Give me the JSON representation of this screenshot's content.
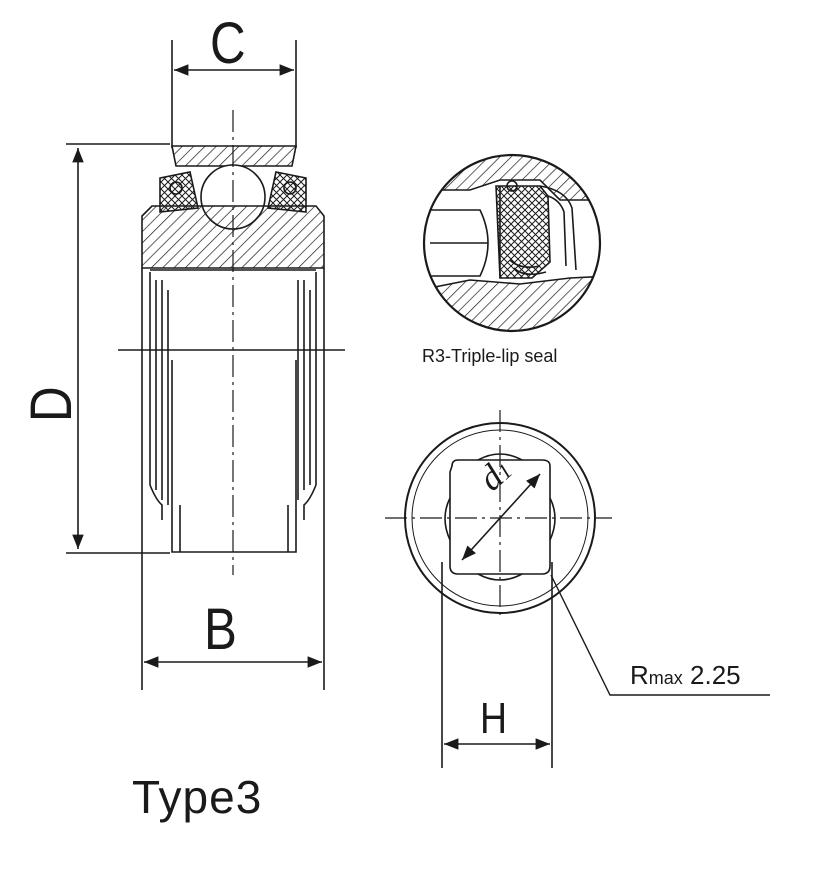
{
  "labels": {
    "c": "C",
    "d": "D",
    "b": "B",
    "h": "H",
    "d1": "d",
    "d1_sub": "1",
    "seal_caption": "R3-Triple-lip seal",
    "rmax_r": "R",
    "rmax_sub": "max",
    "rmax_value": "2.25",
    "type": "Type3"
  },
  "colors": {
    "line": "#1a1a1a",
    "background": "#ffffff"
  }
}
